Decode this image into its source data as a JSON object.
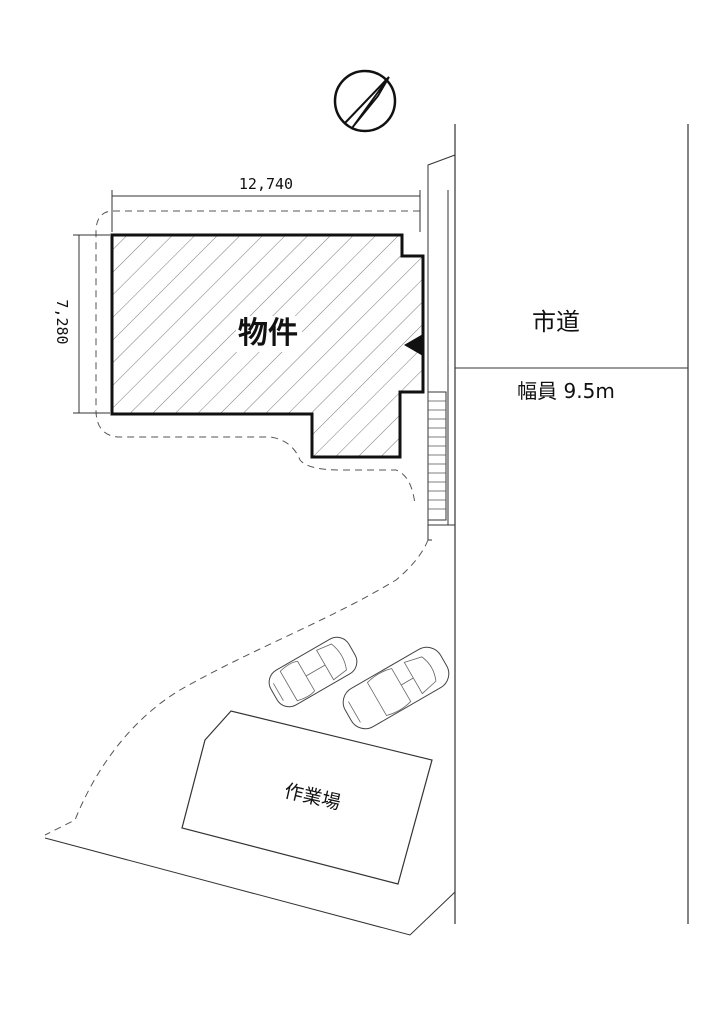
{
  "north_arrow": {
    "icon": "north-arrow-icon"
  },
  "building": {
    "label": "物件"
  },
  "dimensions": {
    "width": "12,740",
    "depth": "7,280"
  },
  "road": {
    "name": "市道",
    "width_label": "幅員 9.5m"
  },
  "workshop": {
    "label": "作業場"
  },
  "entrance_marker": {
    "icon": "entrance-triangle-icon"
  },
  "cars": [
    {
      "icon": "car-icon"
    },
    {
      "icon": "car-icon"
    }
  ]
}
